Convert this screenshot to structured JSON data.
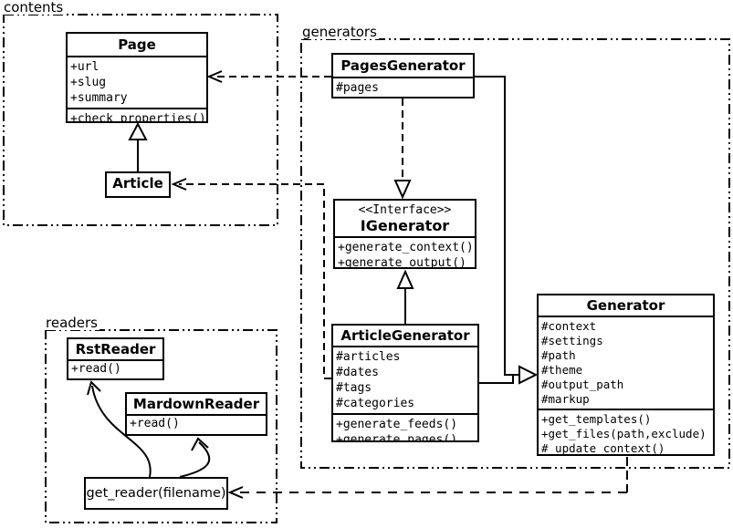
{
  "packages": {
    "contents": {
      "label": "contents"
    },
    "generators": {
      "label": "generators"
    },
    "readers": {
      "label": "readers"
    }
  },
  "classes": {
    "page": {
      "name": "Page",
      "attributes": [
        "+url",
        "+slug",
        "+summary"
      ],
      "methods": [
        "+check_properties()"
      ]
    },
    "article": {
      "name": "Article"
    },
    "pages_generator": {
      "name": "PagesGenerator",
      "attributes": [
        "#pages"
      ]
    },
    "igenerator": {
      "stereotype": "<<Interface>>",
      "name": "IGenerator",
      "methods": [
        "+generate_context()",
        "+generate_output()"
      ]
    },
    "article_generator": {
      "name": "ArticleGenerator",
      "attributes": [
        "#articles",
        "#dates",
        "#tags",
        "#categories"
      ],
      "methods": [
        "+generate_feeds()",
        "+generate_pages()"
      ]
    },
    "generator": {
      "name": "Generator",
      "attributes": [
        "#context",
        "#settings",
        "#path",
        "#theme",
        "#output_path",
        "#markup"
      ],
      "methods": [
        "+get_templates()",
        "+get_files(path,exclude)",
        "#_update_context()"
      ]
    },
    "rst_reader": {
      "name": "RstReader",
      "methods": [
        "+read()"
      ]
    },
    "mardown_reader": {
      "name": "MardownReader",
      "methods": [
        "+read()"
      ]
    },
    "get_reader": {
      "name": "get_reader(filename)"
    }
  },
  "relationships": [
    {
      "type": "generalization",
      "from": "Article",
      "to": "Page"
    },
    {
      "type": "dependency",
      "from": "PagesGenerator",
      "to": "Page"
    },
    {
      "type": "dependency",
      "from": "ArticleGenerator",
      "to": "Article"
    },
    {
      "type": "realization",
      "from": "PagesGenerator",
      "to": "IGenerator"
    },
    {
      "type": "generalization",
      "from": "ArticleGenerator",
      "to": "IGenerator"
    },
    {
      "type": "generalization",
      "from": "PagesGenerator",
      "to": "Generator"
    },
    {
      "type": "generalization",
      "from": "ArticleGenerator",
      "to": "Generator"
    },
    {
      "type": "dependency",
      "from": "Generator",
      "to": "get_reader(filename)"
    },
    {
      "type": "arrow",
      "from": "get_reader(filename)",
      "to": "RstReader"
    },
    {
      "type": "arrow",
      "from": "get_reader(filename)",
      "to": "MardownReader"
    }
  ],
  "colors": {
    "line": "#000000",
    "background": "#ffffff",
    "box_fill": "#ffffff"
  }
}
